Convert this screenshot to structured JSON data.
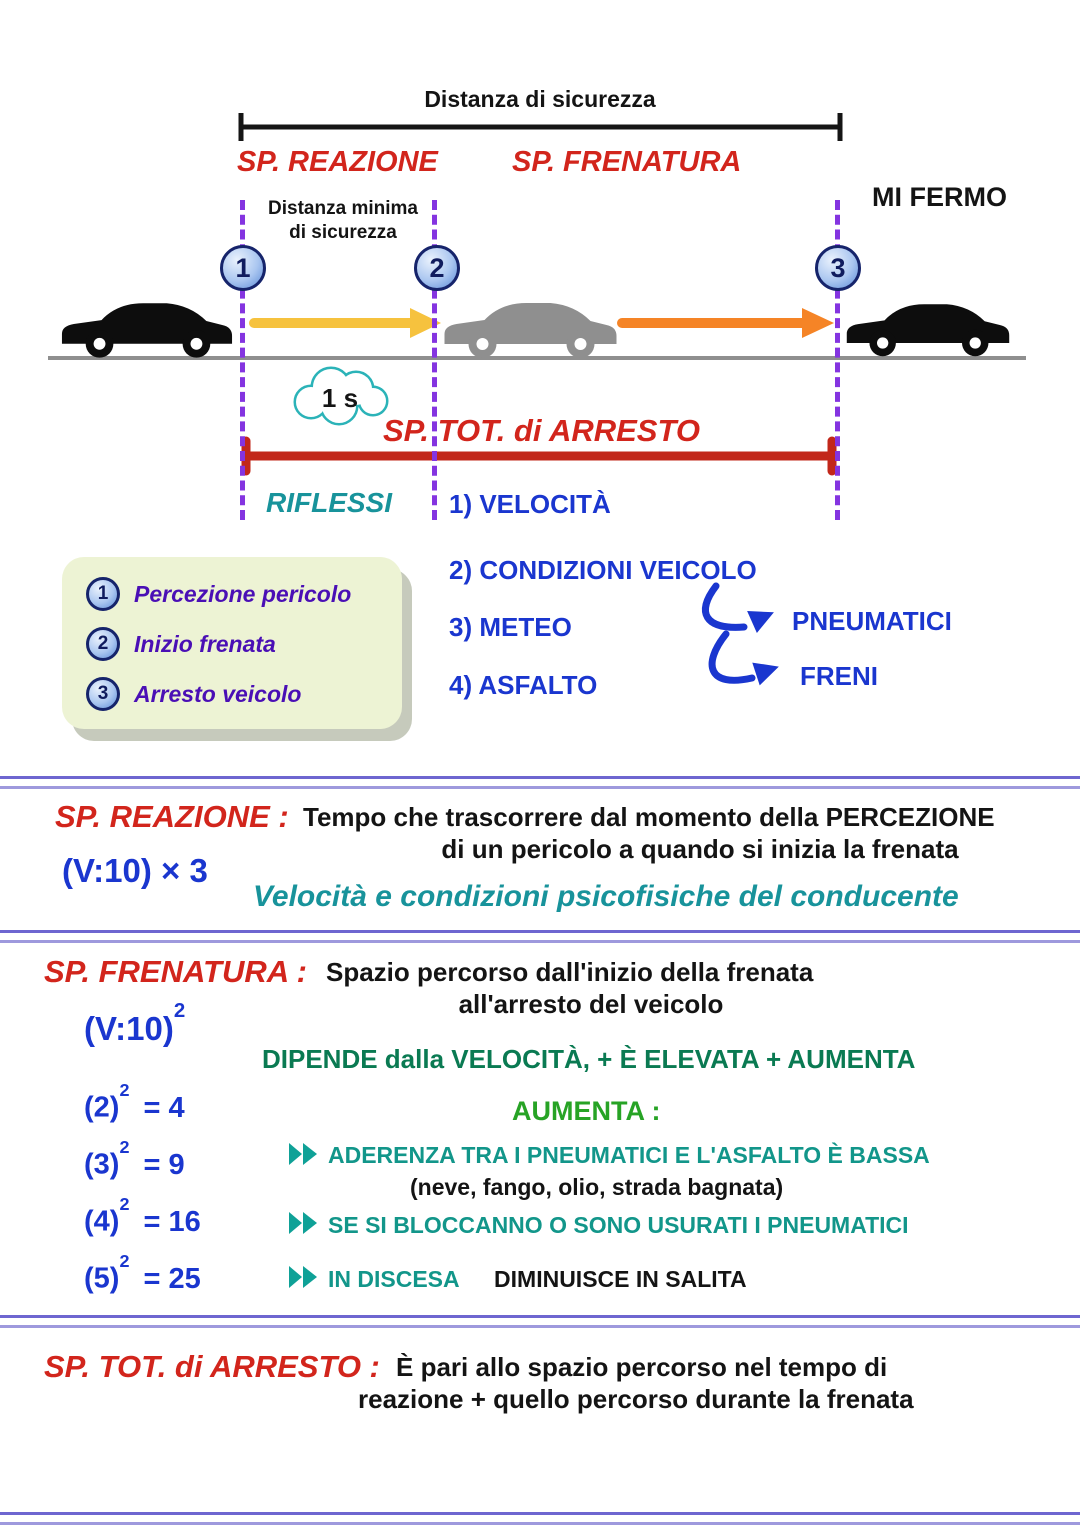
{
  "palette": {
    "red": "#d2251c",
    "blue": "#1a36cf",
    "teal": "#12968a",
    "purple_dash": "#8434e0",
    "purple_text": "#4a0fb5",
    "green_dark": "#0a7a52",
    "green_bright": "#27a325",
    "yellow_arrow": "#f6c23e",
    "orange_arrow": "#f58426",
    "legend_bg": "#edf3d4"
  },
  "diagram": {
    "bracket_label": "Distanza di sicurezza",
    "sp_reazione_label": "SP. REAZIONE",
    "sp_frenatura_label": "SP. FRENATURA",
    "mi_fermo_label": "MI FERMO",
    "distanza_minima_line1": "Distanza minima",
    "distanza_minima_line2": "di sicurezza",
    "markers": [
      "1",
      "2",
      "3"
    ],
    "cloud_label": "1 s",
    "sp_tot_label": "SP. TOT. di ARRESTO",
    "riflessi_label": "RIFLESSI",
    "factors": [
      "1) VELOCITÀ",
      "2) CONDIZIONI VEICOLO",
      "3) METEO",
      "4) ASFALTO"
    ],
    "pneumatici_label": "PNEUMATICI",
    "freni_label": "FRENI",
    "legend": [
      {
        "num": "1",
        "label": "Percezione pericolo"
      },
      {
        "num": "2",
        "label": "Inizio frenata"
      },
      {
        "num": "3",
        "label": "Arresto veicolo"
      }
    ]
  },
  "reazione": {
    "title": "SP. REAZIONE :",
    "definition_line1": "Tempo che trascorrere dal momento della PERCEZIONE",
    "definition_line2": "di un pericolo a quando si inizia la frenata",
    "formula": "(V:10) × 3",
    "note": "Velocità e condizioni psicofisiche del conducente"
  },
  "frenatura": {
    "title": "SP. FRENATURA :",
    "definition_line1": "Spazio percorso dall'inizio della frenata",
    "definition_line2": "all'arresto del veicolo",
    "formula_base": "(V:10)",
    "formula_exp": "2",
    "depends_line": "DIPENDE dalla VELOCITÀ, + È ELEVATA + AUMENTA",
    "aumenta_label": "AUMENTA :",
    "examples": [
      {
        "base": "(2)",
        "exp": "2",
        "result": "= 4"
      },
      {
        "base": "(3)",
        "exp": "2",
        "result": "= 9"
      },
      {
        "base": "(4)",
        "exp": "2",
        "result": "= 16"
      },
      {
        "base": "(5)",
        "exp": "2",
        "result": "= 25"
      }
    ],
    "bullet1_text": "ADERENZA TRA I PNEUMATICI E L'ASFALTO È BASSA",
    "bullet1_sub": "(neve, fango, olio, strada bagnata)",
    "bullet2_text": "SE SI BLOCCANNO O SONO USURATI I PNEUMATICI",
    "bullet3_teal": "IN DISCESA",
    "bullet3_black": "DIMINUISCE IN SALITA"
  },
  "arresto": {
    "title": "SP. TOT. di ARRESTO :",
    "definition_line1": "È pari allo spazio percorso nel tempo di",
    "definition_line2": "reazione + quello percorso durante la frenata"
  }
}
